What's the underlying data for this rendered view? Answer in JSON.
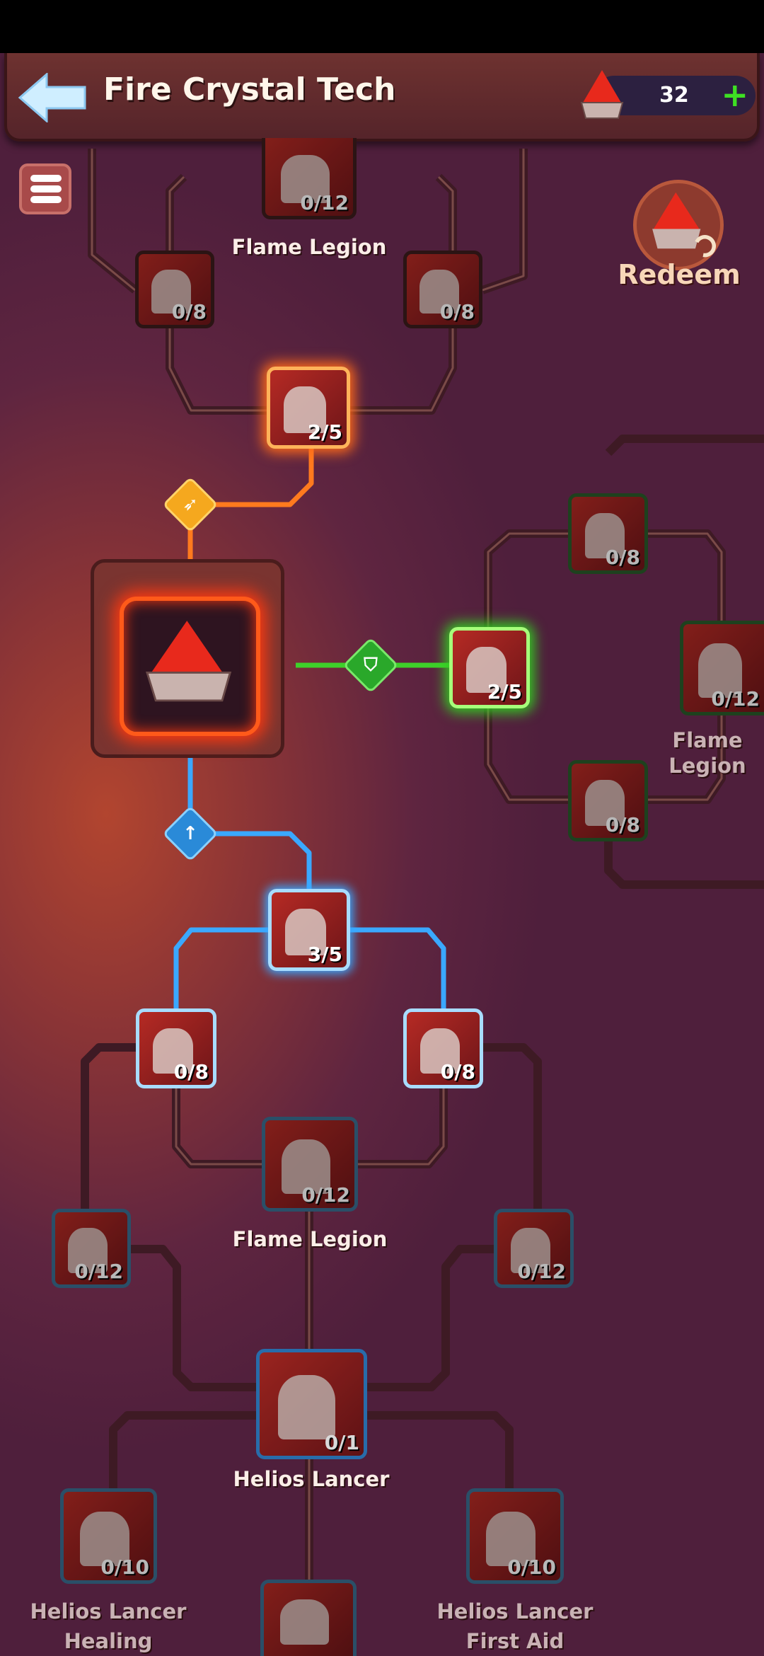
{
  "header": {
    "title": "Fire Crystal Tech",
    "currency_amount": "32",
    "add_label": "+",
    "back_icon": "back-arrow-icon",
    "currency_icon": "fire-crystal-icon"
  },
  "sidebar": {
    "menu_icon": "list-icon",
    "redeem_label": "Redeem"
  },
  "colors": {
    "orange_path": "#ff7a1e",
    "green_path": "#3ed02a",
    "blue_path": "#3aa8ff",
    "background": "#5f2540"
  },
  "nodes": [
    {
      "id": "flame-legion-top",
      "progress": "0/12",
      "label": "Flame Legion"
    },
    {
      "id": "top-left",
      "progress": "0/8"
    },
    {
      "id": "top-right",
      "progress": "0/8"
    },
    {
      "id": "orange-troop",
      "progress": "2/5"
    },
    {
      "id": "green-troop",
      "progress": "2/5"
    },
    {
      "id": "green-upper",
      "progress": "0/8"
    },
    {
      "id": "flame-legion-right",
      "progress": "0/12",
      "label": "Flame Legion"
    },
    {
      "id": "green-lower",
      "progress": "0/8"
    },
    {
      "id": "blue-troop",
      "progress": "3/5"
    },
    {
      "id": "blue-left",
      "progress": "0/8"
    },
    {
      "id": "blue-right",
      "progress": "0/8"
    },
    {
      "id": "flame-legion-bottom",
      "progress": "0/12",
      "label": "Flame Legion"
    },
    {
      "id": "bottom-left",
      "progress": "0/12"
    },
    {
      "id": "bottom-right",
      "progress": "0/12"
    },
    {
      "id": "helios-lancer",
      "progress": "0/1",
      "label": "Helios Lancer"
    },
    {
      "id": "helios-healing",
      "progress": "0/10",
      "label": "Helios Lancer Healing"
    },
    {
      "id": "helios-first-aid",
      "progress": "0/10",
      "label": "Helios Lancer First Aid"
    },
    {
      "id": "helios-bottom"
    }
  ],
  "branches": {
    "orange_icon": "bow-icon",
    "green_icon": "shield-icon",
    "blue_icon": "spear-icon"
  }
}
